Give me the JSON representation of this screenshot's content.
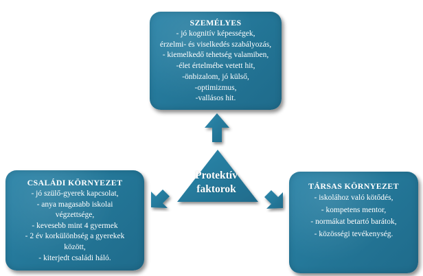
{
  "center": {
    "lines": [
      "Protektív",
      "faktorok"
    ]
  },
  "boxes": {
    "personal": {
      "title": "SZEMÉLYES",
      "lines": [
        "- jó kognitív képességek,",
        "érzelmi- és viselkedés szabályozás,",
        "- kiemelkedő tehetség valamiben,",
        "-élet értelmébe vetett hit,",
        "-önbizalom, jó külső,",
        "-optimizmus,",
        "-vallásos hit."
      ]
    },
    "family": {
      "title": "CSALÁDI KÖRNYEZET",
      "lines": [
        "- jó szülő-gyerek kapcsolat,",
        "- anya magasabb iskolai",
        "végzettsége,",
        "- kevesebb mint 4 gyermek",
        "- 2 év korkülönbség a gyerekek",
        "között,",
        "- kiterjedt családi háló."
      ]
    },
    "social": {
      "title": "TÁRSAS KÖRNYEZET",
      "lines": [
        "- iskolához való kötődés,",
        "- kompetens mentor,",
        "- normákat betartó barátok,",
        "- közösségi tevékenység."
      ]
    }
  },
  "colors": {
    "box": "#237596",
    "triangle": "#237596",
    "text": "#ffffff"
  }
}
